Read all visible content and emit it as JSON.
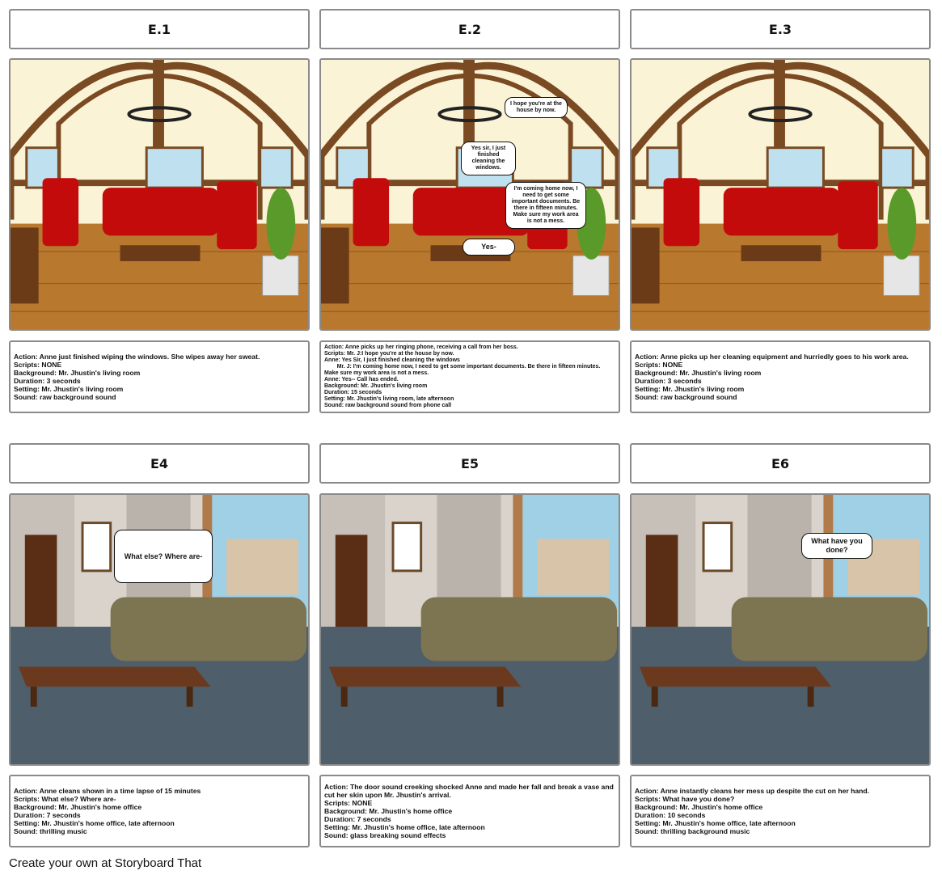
{
  "panels": [
    {
      "title": "E.1",
      "scene": "living",
      "bubbles": [],
      "lines": [
        "Action: Anne just finished wiping the windows. She wipes away her sweat.",
        "Scripts: NONE",
        "Background: Mr. Jhustin's living room",
        "Duration: 3 seconds",
        "Setting: Mr. Jhustin's living room",
        "Sound: raw background sound"
      ]
    },
    {
      "title": "E.2",
      "scene": "living",
      "bubbles": [
        "I hope you're at the house by now.",
        "Yes sir, I just finished cleaning the windows.",
        "I'm coming home now, I need to get some important documents. Be there in fifteen minutes. Make sure my work area is not a mess.",
        "Yes-"
      ],
      "lines": [
        "Action: Anne picks up her ringing phone, receiving a call from her boss.",
        "Scripts: Mr. J:I hope you're at the house by now.",
        "Anne: Yes Sir, I just finished cleaning the windows",
        "        Mr. J: I'm coming home now, I need to get some important documents. Be there in fifteen minutes.",
        "Make sure my work area is not a mess.",
        "Anne: Yes-- Call has ended.",
        "Background: Mr. Jhustin's living room",
        "Duration: 15 seconds",
        "Setting: Mr. Jhustin's living room, late afternoon",
        "Sound: raw background sound from phone call"
      ]
    },
    {
      "title": "E.3",
      "scene": "living",
      "bubbles": [],
      "lines": [
        "Action: Anne picks up her cleaning equipment and hurriedly goes to his work area.",
        "Scripts: NONE",
        "Background: Mr. Jhustin's living room",
        "Duration: 3 seconds",
        "Setting: Mr. Jhustin's living room",
        "Sound: raw background sound"
      ]
    },
    {
      "title": "E4",
      "scene": "office",
      "bubbles": [
        "What else? Where are-"
      ],
      "lines": [
        "Action: Anne cleans shown in a time lapse of 15 minutes",
        "Scripts: What else? Where are-",
        "Background: Mr. Jhustin's home office",
        "Duration: 7 seconds",
        "Setting: Mr. Jhustin's home office, late afternoon",
        "Sound: thrilling music"
      ]
    },
    {
      "title": "E5",
      "scene": "office",
      "bubbles": [],
      "lines": [
        "Action: The door sound creeking shocked Anne and made her fall and break a vase and cut her skin upon Mr. Jhustin's arrival.",
        "Scripts: NONE",
        "Background: Mr. Jhustin's home office",
        "Duration: 7 seconds",
        "Setting: Mr. Jhustin's home office, late afternoon",
        "Sound: glass breaking sound effects"
      ]
    },
    {
      "title": "E6",
      "scene": "office",
      "bubbles": [
        "What have you done?"
      ],
      "lines": [
        "Action: Anne instantly cleans her mess up despite the cut on her hand.",
        "Scripts: What have you done?",
        "Background: Mr. Jhustin's home office",
        "Duration: 10 seconds",
        "Setting: Mr. Jhustin's home office, late afternoon",
        "Sound: thrilling background music"
      ]
    }
  ],
  "footer": "Create your own at Storyboard That"
}
